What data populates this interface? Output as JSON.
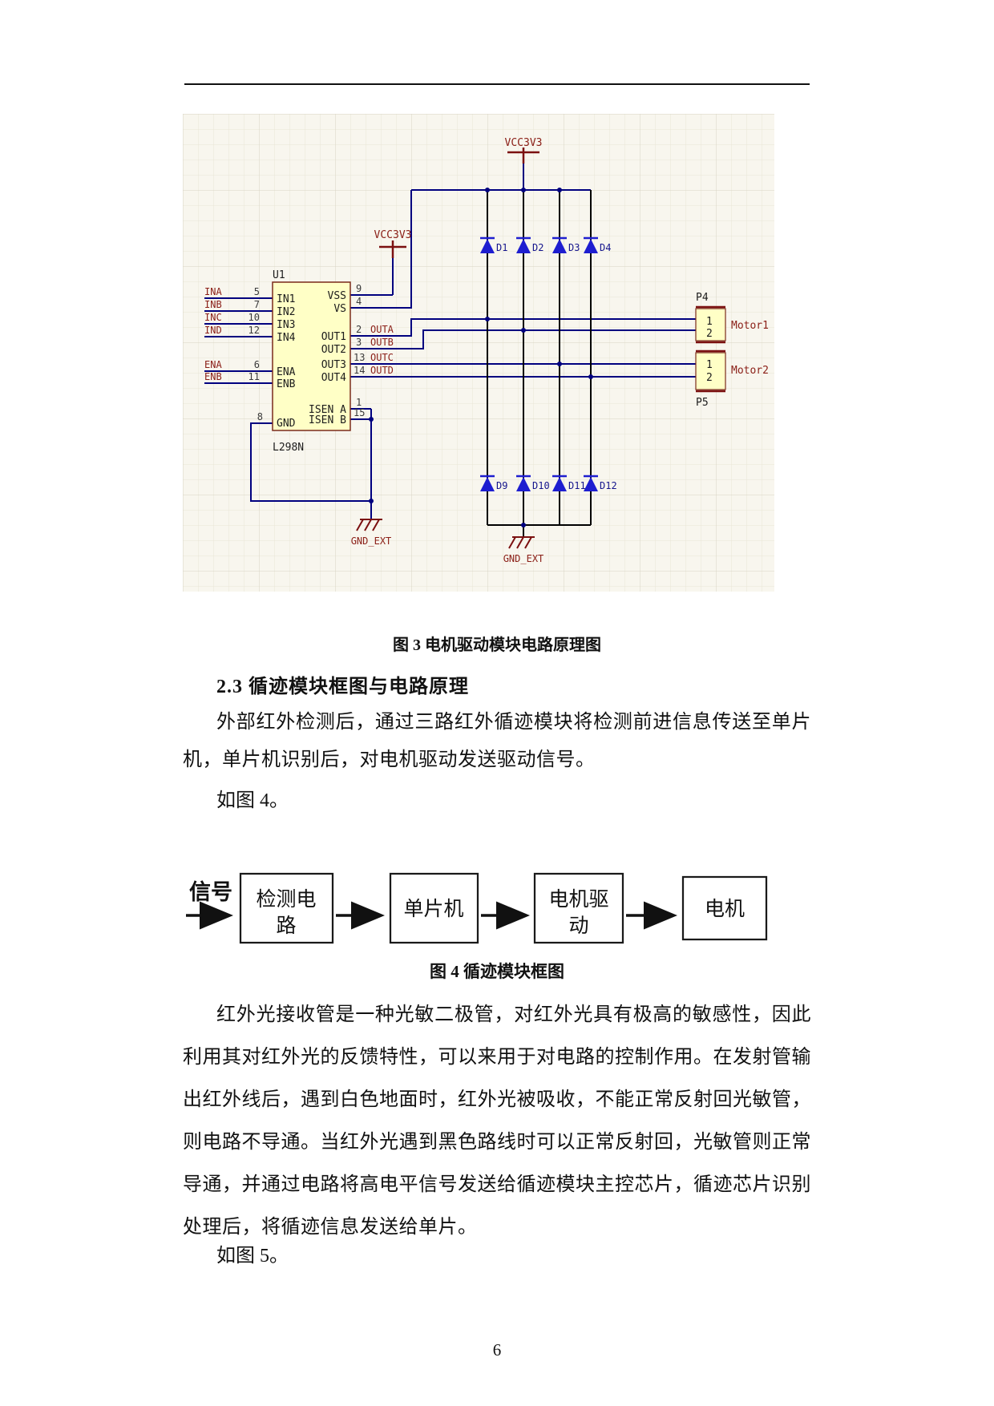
{
  "page": {
    "number": "6"
  },
  "figure3": {
    "caption": "图 3 电机驱动模块电路原理图",
    "chip": {
      "designator": "U1",
      "part": "L298N",
      "pins_left": [
        {
          "num": "5",
          "name": "IN1",
          "net": "INA"
        },
        {
          "num": "7",
          "name": "IN2",
          "net": "INB"
        },
        {
          "num": "10",
          "name": "IN3",
          "net": "INC"
        },
        {
          "num": "12",
          "name": "IN4",
          "net": "IND"
        },
        {
          "num": "6",
          "name": "ENA",
          "net": "ENA"
        },
        {
          "num": "11",
          "name": "ENB",
          "net": "ENB"
        },
        {
          "num": "8",
          "name": "GND",
          "net": ""
        }
      ],
      "pins_right": [
        {
          "num": "9",
          "name": "VSS",
          "net": ""
        },
        {
          "num": "4",
          "name": "VS",
          "net": ""
        },
        {
          "num": "2",
          "name": "OUT1",
          "net": "OUTA"
        },
        {
          "num": "3",
          "name": "OUT2",
          "net": "OUTB"
        },
        {
          "num": "13",
          "name": "OUT3",
          "net": "OUTC"
        },
        {
          "num": "14",
          "name": "OUT4",
          "net": "OUTD"
        },
        {
          "num": "1",
          "name": "ISEN A",
          "net": ""
        },
        {
          "num": "15",
          "name": "ISEN B",
          "net": ""
        }
      ]
    },
    "power": {
      "top": "VCC3V3",
      "chip": "VCC3V3"
    },
    "grounds": {
      "left": "GND_EXT",
      "right": "GND_EXT"
    },
    "diodes_top": [
      "D1",
      "D2",
      "D3",
      "D4"
    ],
    "diodes_bottom": [
      "D9",
      "D10",
      "D11",
      "D12"
    ],
    "connectors": [
      {
        "designator": "P4",
        "pin1": "1",
        "pin2": "2",
        "label": "Motor1"
      },
      {
        "designator": "P5",
        "pin1": "1",
        "pin2": "2",
        "label": "Motor2"
      }
    ]
  },
  "section": {
    "heading": "2.3 循迹模块框图与电路原理",
    "para1": "外部红外检测后，通过三路红外循迹模块将检测前进信息传送至单片机，单片机识别后，对电机驱动发送驱动信号。",
    "fig4_ref": "如图 4。",
    "para2": "红外光接收管是一种光敏二极管，对红外光具有极高的敏感性，因此利用其对红外光的反馈特性，可以来用于对电路的控制作用。在发射管输出红外线后，遇到白色地面时，红外光被吸收，不能正常反射回光敏管，则电路不导通。当红外光遇到黑色路线时可以正常反射回，光敏管则正常导通，并通过电路将高电平信号发送给循迹模块主控芯片，循迹芯片识别处理后，将循迹信息发送给单片。",
    "fig5_ref": "如图 5。"
  },
  "figure4": {
    "caption": "图 4 循迹模块框图",
    "signal_label": "信号",
    "blocks": [
      {
        "line1": "检测电",
        "line2": "路"
      },
      {
        "line1": "单片机",
        "line2": ""
      },
      {
        "line1": "电机驱",
        "line2": "动"
      },
      {
        "line1": "电机",
        "line2": ""
      }
    ]
  }
}
